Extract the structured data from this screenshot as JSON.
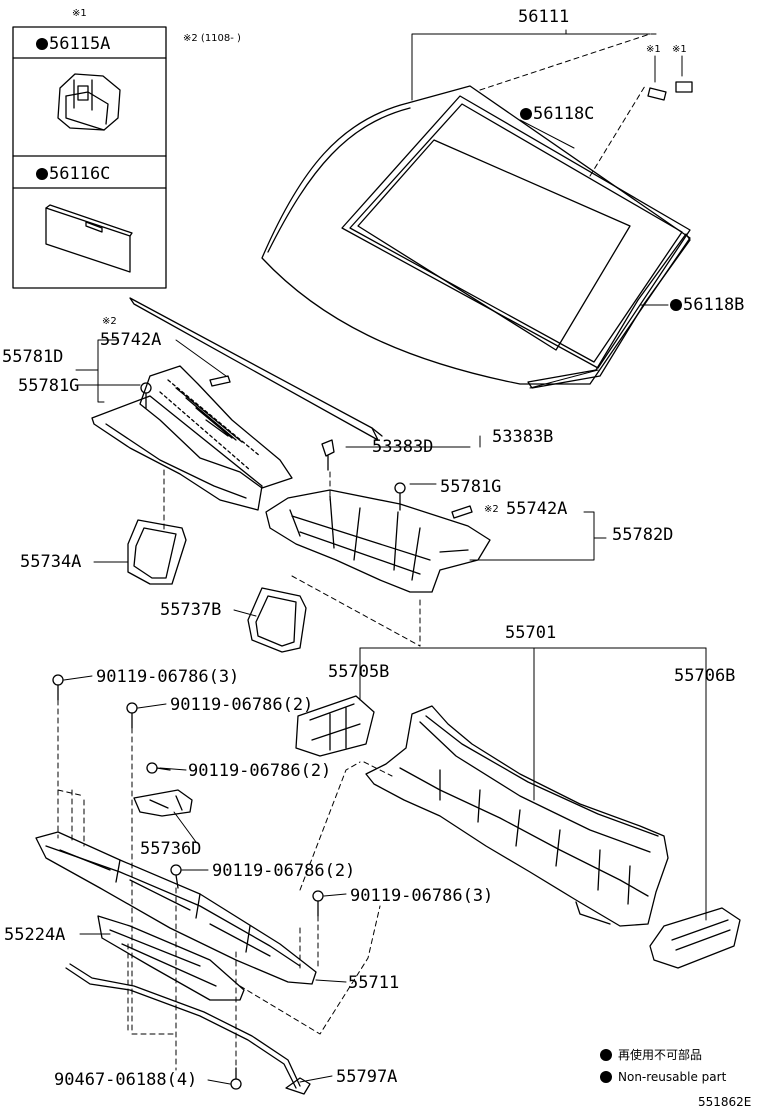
{
  "diagram": {
    "labels": {
      "p56111": "56111",
      "p56118C": "56118C",
      "p56118B": "56118B",
      "p56115A": "56115A",
      "p56116C": "56116C",
      "p55781D": "55781D",
      "p55742A_top": "55742A",
      "p55781G_top": "55781G",
      "p53383D": "53383D",
      "p53383B": "53383B",
      "p55781G_mid": "55781G",
      "p55742A_mid": "55742A",
      "p55782D": "55782D",
      "p55734A": "55734A",
      "p55737B": "55737B",
      "p55701": "55701",
      "p55705B": "55705B",
      "p55706B": "55706B",
      "b1": "90119-06786(3)",
      "b2": "90119-06786(2)",
      "b3": "90119-06786(2)",
      "p55736D": "55736D",
      "b4": "90119-06786(2)",
      "b5": "90119-06786(3)",
      "p55224A": "55224A",
      "p55711": "55711",
      "p90467": "90467-06188(4)",
      "p55797A": "55797A",
      "note1_top": "※1",
      "note1_a": "※1",
      "note1_b": "※1",
      "note2_top": "※2",
      "note2_mid": "※2",
      "note2_range": "※2 (1108-    )"
    },
    "legend": {
      "jp": "再使用不可部品",
      "en": "Non-reusable part"
    },
    "figure_id": "551862E"
  }
}
